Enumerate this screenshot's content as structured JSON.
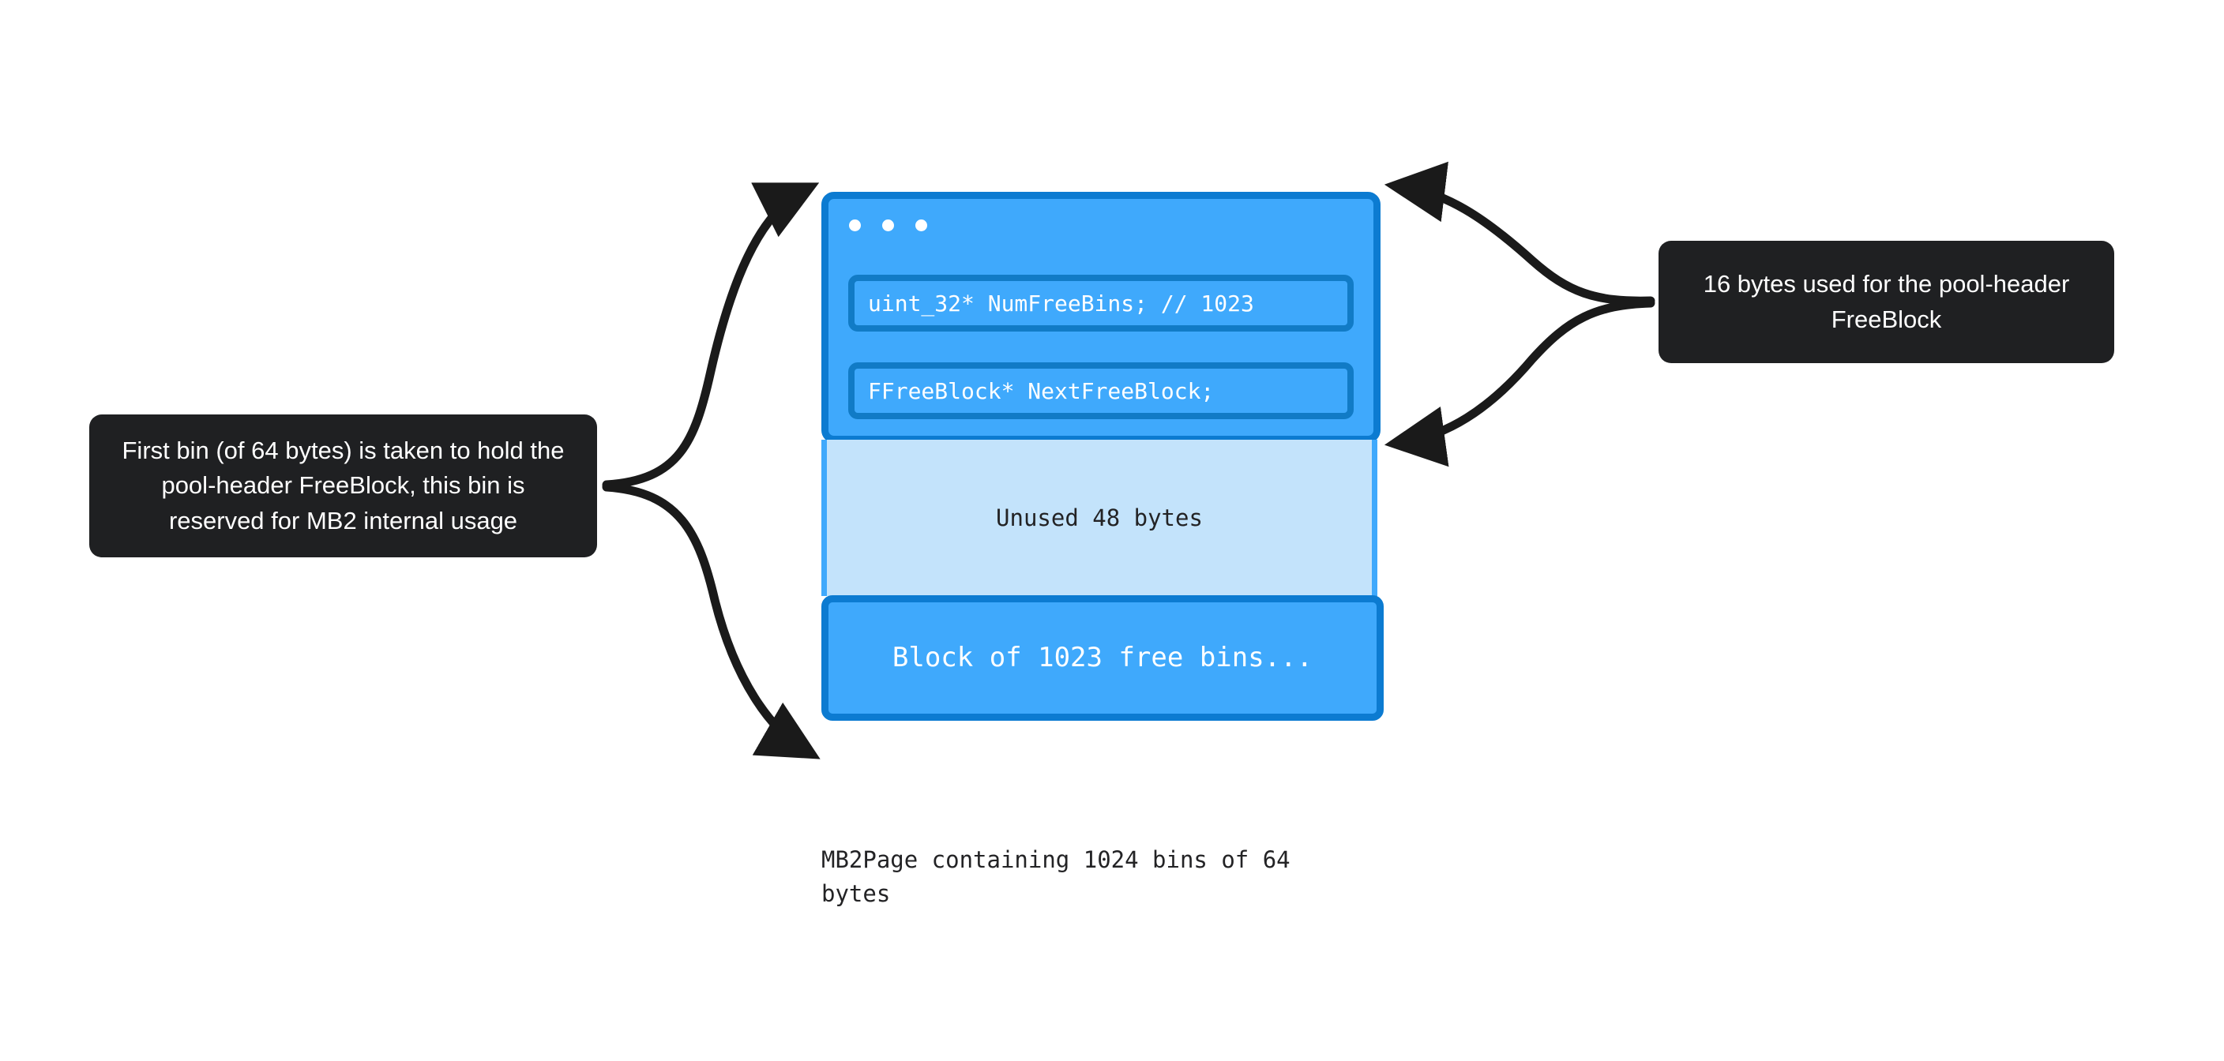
{
  "theme": {
    "background": "#ffffff",
    "block_fill": "#3FA9FC",
    "block_border": "#0C7BD1",
    "field_border": "#117BC6",
    "unused_fill": "#C3E3FB",
    "unused_border": "#3FA9FC",
    "tooltip_bg": "#1F2022",
    "tooltip_text": "#FFFFFF",
    "arrow_color": "#1A1A1A",
    "text_dark": "#232325"
  },
  "annotations": {
    "left": {
      "text": "First bin (of 64 bytes) is taken to hold the pool-header FreeBlock, this bin is reserved for MB2 internal usage"
    },
    "right": {
      "text": "16 bytes used for the pool-header FreeBlock"
    }
  },
  "page_card": {
    "header": {
      "window_dots": [
        "dot-1",
        "dot-2",
        "dot-3"
      ],
      "fields": [
        {
          "code": "uint_32* NumFreeBins; // 1023"
        },
        {
          "code": "FFreeBlock* NextFreeBlock;"
        }
      ]
    },
    "unused": {
      "label": "Unused 48 bytes"
    },
    "free_bins": {
      "label": "Block of 1023 free bins..."
    },
    "caption": "MB2Page containing 1024 bins of 64 bytes"
  },
  "icons": {
    "arrow_left_top": "arrow-curve-icon",
    "arrow_left_bottom": "arrow-curve-icon",
    "arrow_right_top": "arrow-curve-icon",
    "arrow_right_bottom": "arrow-curve-icon"
  }
}
